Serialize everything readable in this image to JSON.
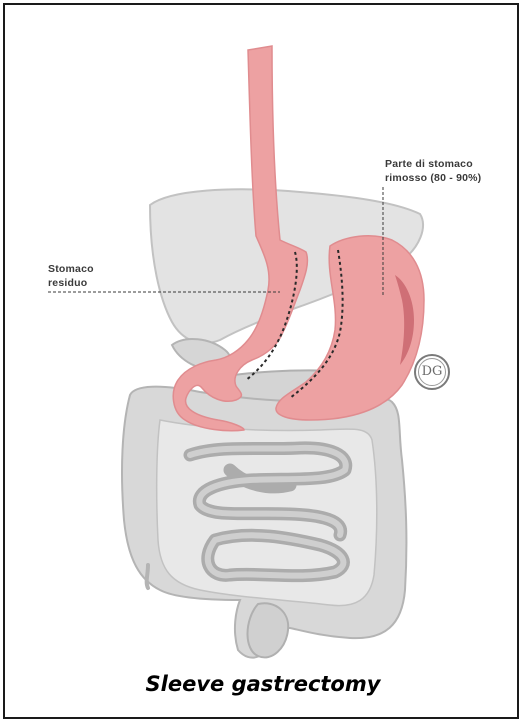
{
  "labels": {
    "residual_line1": "Stomaco",
    "residual_line2": "residuo",
    "removed_line1": "Parte di stomaco",
    "removed_line2": "rimosso (80 - 90%)"
  },
  "logo_text": "DG",
  "caption": "Sleeve gastrectomy",
  "colors": {
    "stomach": "#eda1a2",
    "stomach_dark": "#cf6f76",
    "organ_fill": "#d6d6d6",
    "organ_light": "#e3e3e3",
    "organ_stroke": "#b4b4b4",
    "frame": "#1a1a1a"
  }
}
